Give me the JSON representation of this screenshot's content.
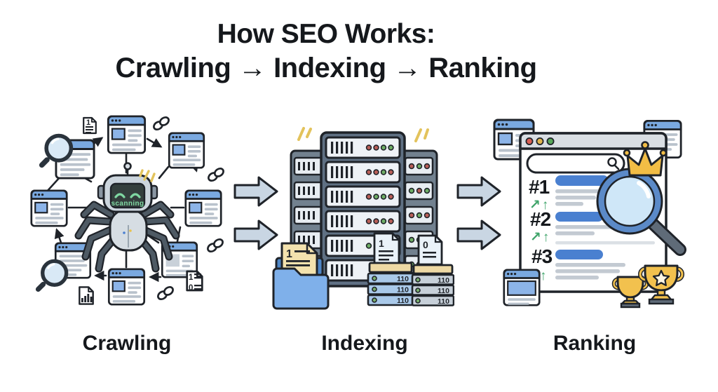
{
  "title": {
    "line1": "How SEO Works:",
    "line2": "Crawling → Indexing → Ranking"
  },
  "stages": {
    "crawling": {
      "label": "Crawling",
      "robot_screen_text": "scanning",
      "numbered_doc": "1",
      "binary_list_doc": {
        "row1": "1",
        "row2": "0"
      }
    },
    "indexing": {
      "label": "Indexing",
      "folder_doc_number": "1",
      "left_stack_doc_number": "1",
      "right_stack_doc_number": "0",
      "stack_row_value": "110"
    },
    "ranking": {
      "label": "Ranking",
      "results": [
        {
          "rank": "#1",
          "trend": "↗↑"
        },
        {
          "rank": "#2",
          "trend": "↗↑"
        },
        {
          "rank": "#3",
          "trend": "↑"
        }
      ]
    }
  },
  "colors": {
    "outline": "#1f2329",
    "page_header_blue": "#7aa9e0",
    "image_block_blue": "#8cb4e8",
    "result_bar_blue": "#4a80d0",
    "trend_green": "#3fa46a",
    "robot_screen_green": "#7fd8a2",
    "gold": "#f2c14e",
    "flow_arrow_fill": "#c9d6e3",
    "server_body": "#5f7083",
    "folder_blue": "#7fb0ea",
    "lens_blue": "#cfe7f8"
  },
  "icons": {
    "crawler_robot": "robot-spider",
    "webpage": "browser-page",
    "magnifier": "magnifying-glass",
    "link": "chain-link",
    "server": "server-rack",
    "folder": "folder",
    "database": "database-stack",
    "crown": "crown",
    "trophy": "trophy",
    "search_bar": "search-bar",
    "flow_arrow": "right-arrow",
    "sparkle": "sparkle"
  }
}
